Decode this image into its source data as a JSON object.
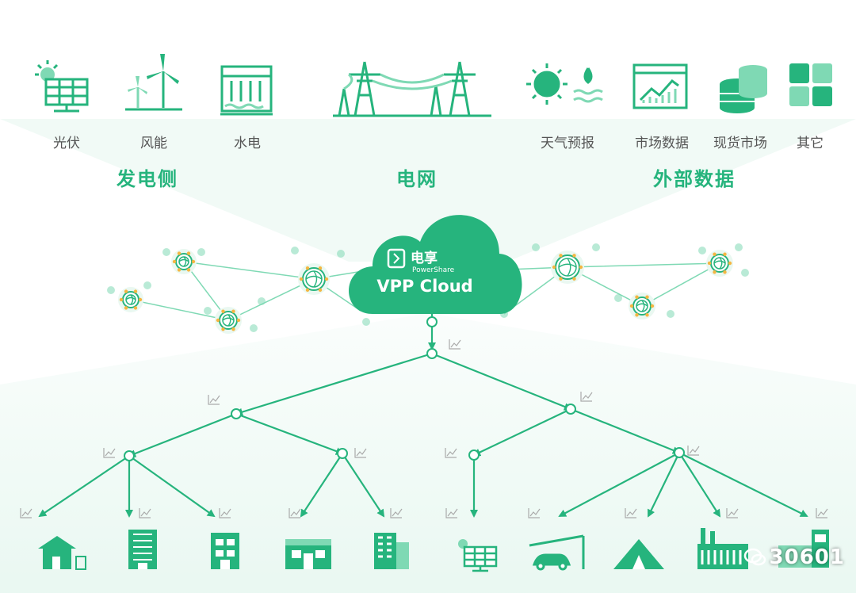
{
  "colors": {
    "accent": "#26b47d",
    "light": "#7fd9b4",
    "pale": "#e6f6ef",
    "text": "#555555"
  },
  "top_sources": {
    "generation": [
      {
        "label": "光伏",
        "icon": "solar-panel-icon"
      },
      {
        "label": "风能",
        "icon": "wind-turbine-icon"
      },
      {
        "label": "水电",
        "icon": "hydro-dam-icon"
      }
    ],
    "grid": {
      "icon": "transmission-tower-icon"
    },
    "external": [
      {
        "label": "天气预报",
        "icon": "weather-icon"
      },
      {
        "label": "市场数据",
        "icon": "market-chart-icon"
      },
      {
        "label": "现货市场",
        "icon": "database-icon"
      },
      {
        "label": "其它",
        "icon": "grid-squares-icon"
      }
    ]
  },
  "categories": {
    "generation": "发电侧",
    "grid": "电网",
    "external": "外部数据"
  },
  "cloud": {
    "brand_cn": "电享",
    "brand_en": "PowerShare",
    "title": "VPP Cloud"
  },
  "bottom_endpoints": [
    {
      "icon": "solar-house-icon"
    },
    {
      "icon": "office-tower-icon"
    },
    {
      "icon": "small-building-icon"
    },
    {
      "icon": "warehouse-icon"
    },
    {
      "icon": "apartment-icon"
    },
    {
      "icon": "solar-panel-icon"
    },
    {
      "icon": "ev-charging-icon"
    },
    {
      "icon": "tent-icon"
    },
    {
      "icon": "factory-icon"
    },
    {
      "icon": "truck-charger-icon"
    }
  ],
  "watermark": "30601"
}
